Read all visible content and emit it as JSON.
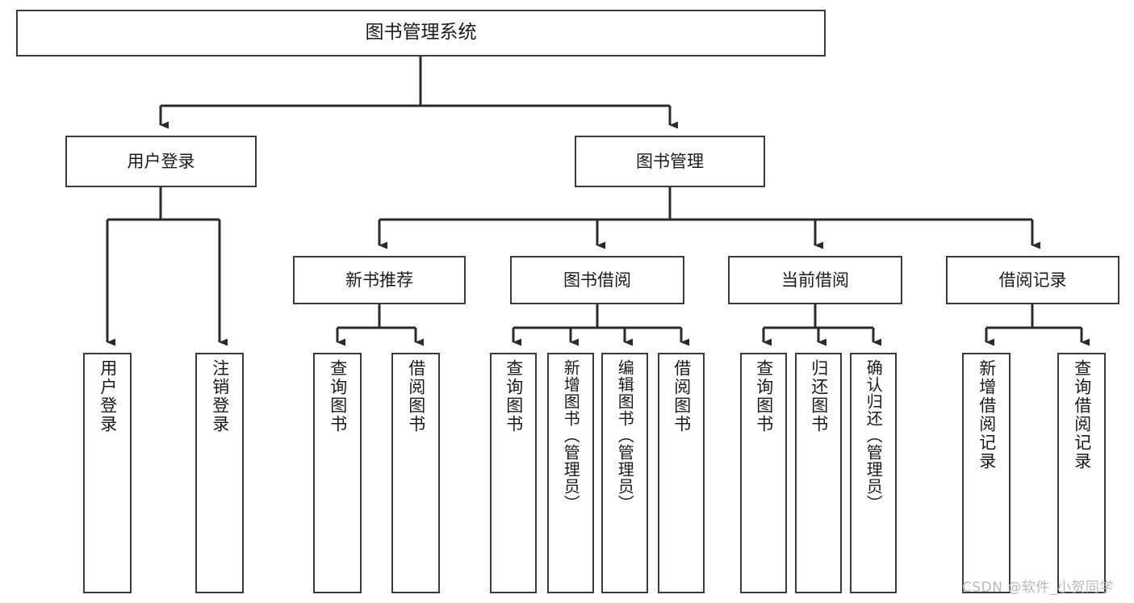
{
  "diagram": {
    "title": "图书管理系统",
    "type": "tree",
    "colors": {
      "box_border": "#3b3b3b",
      "box_fill": "#ffffff",
      "edge": "#2b2b2b",
      "text": "#1a1a1a",
      "watermark": "#b9b9b9",
      "background": "#ffffff"
    },
    "watermark": "CSDN @软件_小贺同学",
    "nodes": {
      "root": {
        "label": "图书管理系统"
      },
      "level2": [
        {
          "id": "user-login",
          "label": "用户登录"
        },
        {
          "id": "book-manage",
          "label": "图书管理"
        }
      ],
      "level3": [
        {
          "id": "new-book-recommend",
          "label": "新书推荐"
        },
        {
          "id": "book-borrow",
          "label": "图书借阅"
        },
        {
          "id": "current-borrow",
          "label": "当前借阅"
        },
        {
          "id": "borrow-record",
          "label": "借阅记录"
        }
      ],
      "leaves": [
        {
          "id": "leaf-user-login",
          "label": "用户登录",
          "parent": "user-login"
        },
        {
          "id": "leaf-user-logout",
          "label": "注销登录",
          "parent": "user-login"
        },
        {
          "id": "leaf-query-book-1",
          "label": "查询图书",
          "parent": "new-book-recommend"
        },
        {
          "id": "leaf-borrow-book-1",
          "label": "借阅图书",
          "parent": "new-book-recommend"
        },
        {
          "id": "leaf-query-book-2",
          "label": "查询图书",
          "parent": "book-borrow"
        },
        {
          "id": "leaf-add-book",
          "label": "新增图书（管理员）",
          "parent": "book-borrow"
        },
        {
          "id": "leaf-edit-book",
          "label": "编辑图书（管理员）",
          "parent": "book-borrow"
        },
        {
          "id": "leaf-borrow-book-2",
          "label": "借阅图书",
          "parent": "book-borrow"
        },
        {
          "id": "leaf-query-book-3",
          "label": "查询图书",
          "parent": "current-borrow"
        },
        {
          "id": "leaf-return-book",
          "label": "归还图书",
          "parent": "current-borrow"
        },
        {
          "id": "leaf-confirm-return",
          "label": "确认归还（管理员）",
          "parent": "current-borrow"
        },
        {
          "id": "leaf-add-record",
          "label": "新增借阅记录",
          "parent": "borrow-record"
        },
        {
          "id": "leaf-query-record",
          "label": "查询借阅记录",
          "parent": "borrow-record"
        }
      ]
    }
  }
}
